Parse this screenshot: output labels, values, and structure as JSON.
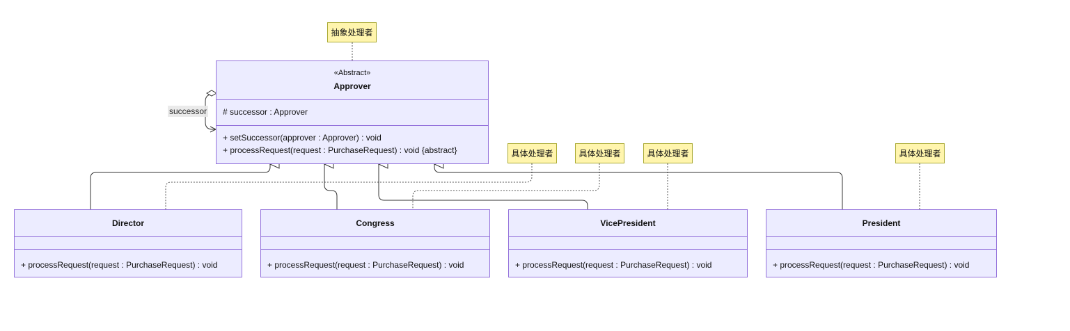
{
  "diagram": {
    "type": "uml-class-diagram",
    "classes": {
      "approver": {
        "stereotype": "«Abstract»",
        "name": "Approver",
        "attributes": [
          "# successor : Approver"
        ],
        "operations": [
          "+ setSuccessor(approver : Approver) : void",
          "+ processRequest(request : PurchaseRequest) : void {abstract}"
        ]
      },
      "director": {
        "name": "Director",
        "attributes": [],
        "operations": [
          "+ processRequest(request : PurchaseRequest) : void"
        ]
      },
      "congress": {
        "name": "Congress",
        "attributes": [],
        "operations": [
          "+ processRequest(request : PurchaseRequest) : void"
        ]
      },
      "vicepresident": {
        "name": "VicePresident",
        "attributes": [],
        "operations": [
          "+ processRequest(request : PurchaseRequest) : void"
        ]
      },
      "president": {
        "name": "President",
        "attributes": [],
        "operations": [
          "+ processRequest(request : PurchaseRequest) : void"
        ]
      }
    },
    "notes": {
      "abstract_handler": "抽象处理者",
      "concrete_handler_1": "具体处理者",
      "concrete_handler_2": "具体处理者",
      "concrete_handler_3": "具体处理者",
      "concrete_handler_4": "具体处理者"
    },
    "relations": [
      {
        "type": "inheritance",
        "from": "Director",
        "to": "Approver"
      },
      {
        "type": "inheritance",
        "from": "Congress",
        "to": "Approver"
      },
      {
        "type": "inheritance",
        "from": "VicePresident",
        "to": "Approver"
      },
      {
        "type": "inheritance",
        "from": "President",
        "to": "Approver"
      },
      {
        "type": "aggregation",
        "from": "Approver",
        "to": "Approver",
        "label": "successor"
      }
    ],
    "self_association_label": "successor",
    "colors": {
      "class_fill": "#ececff",
      "class_border": "#9370db",
      "note_fill": "#fff5ad",
      "note_border": "#aaaa33",
      "edge": "#333333"
    }
  }
}
